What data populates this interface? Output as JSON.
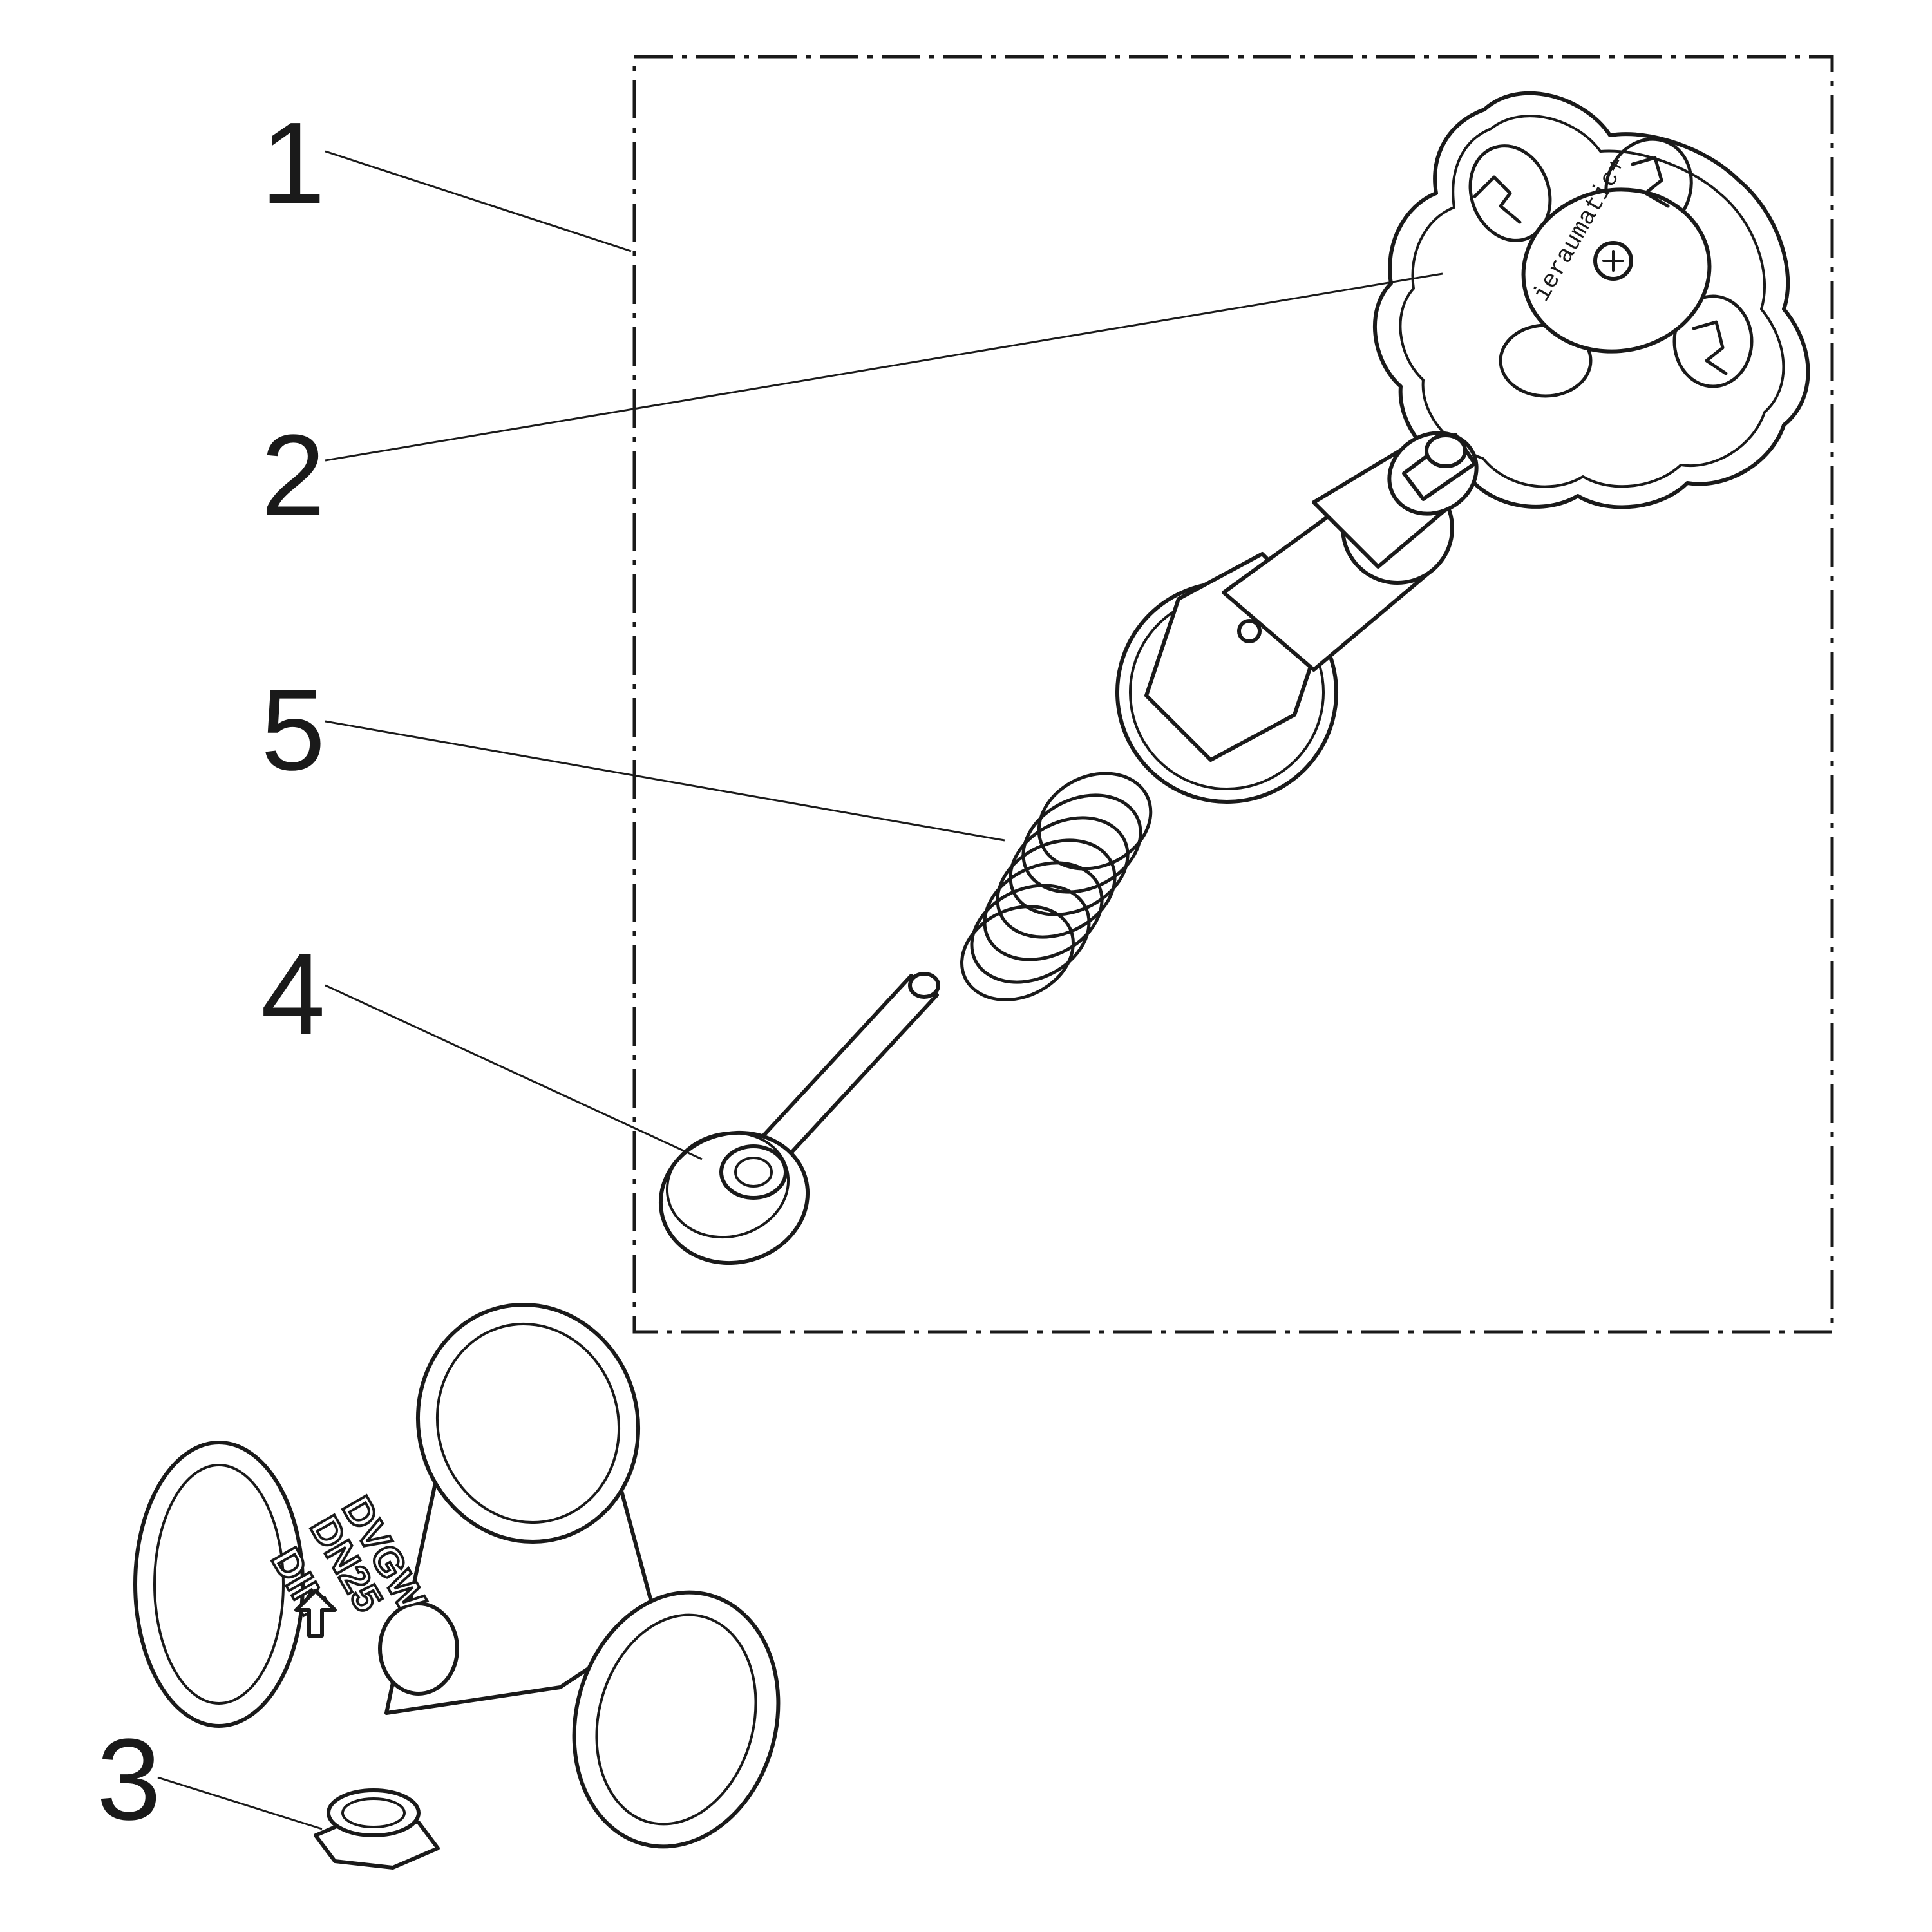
{
  "callouts": [
    {
      "id": "1",
      "label": "1"
    },
    {
      "id": "2",
      "label": "2"
    },
    {
      "id": "5",
      "label": "5"
    },
    {
      "id": "4",
      "label": "4"
    },
    {
      "id": "3",
      "label": "3"
    }
  ],
  "body_casting": {
    "line1": "DVGW",
    "line2": "DN25",
    "line3": "DIN"
  },
  "handwheel_cap": {
    "text": "ieraumatic+"
  },
  "colors": {
    "line": "#1a1a1a",
    "background": "#ffffff"
  }
}
